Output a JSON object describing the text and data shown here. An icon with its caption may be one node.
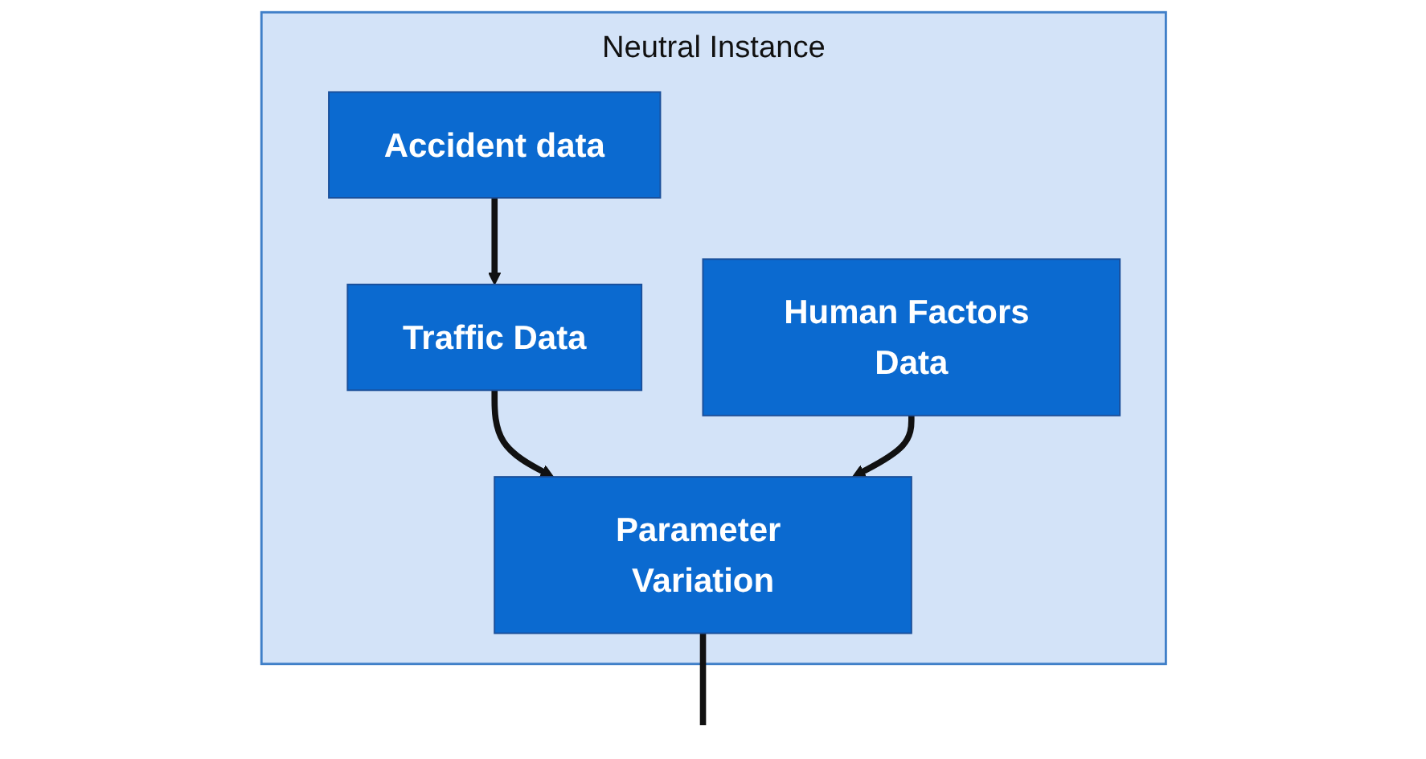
{
  "diagram": {
    "nodes": [
      {
        "text": [
          "Neutral Instance"
        ]
      },
      {
        "text": [
          "Accident data"
        ],
        "in": 0
      },
      {
        "text": [
          "Traffic Data"
        ],
        "in": 0
      },
      {
        "text": [
          "Human Factors Data"
        ],
        "in": 0
      },
      {
        "text": [
          "Parameter Variation"
        ],
        "in": 0
      }
    ],
    "edges": [
      {
        "from": 1,
        "to": 2,
        "arrow": "to"
      },
      {
        "from": 2,
        "to": 4,
        "arrow": "to"
      },
      {
        "from": 3,
        "to": 4,
        "arrow": "to"
      },
      {
        "from": 4,
        "to": null,
        "arrow": "none"
      }
    ]
  }
}
